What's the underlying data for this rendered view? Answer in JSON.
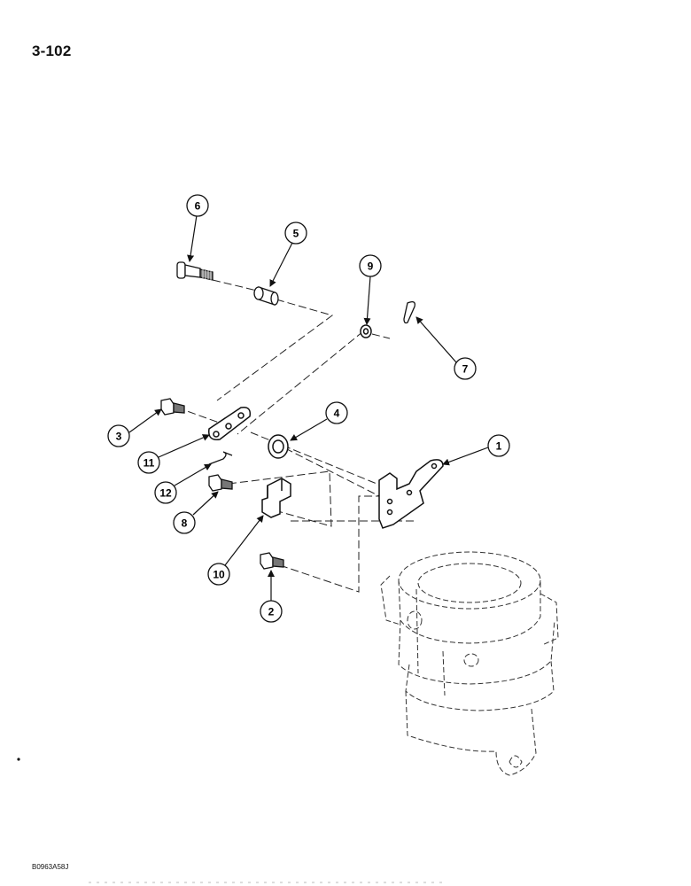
{
  "page": {
    "page_number": "3-102",
    "figure_code": "B0963A58J"
  },
  "callouts": [
    {
      "id": "callout-1",
      "label": "1"
    },
    {
      "id": "callout-2",
      "label": "2"
    },
    {
      "id": "callout-3",
      "label": "3"
    },
    {
      "id": "callout-4",
      "label": "4"
    },
    {
      "id": "callout-5",
      "label": "5"
    },
    {
      "id": "callout-6",
      "label": "6"
    },
    {
      "id": "callout-7",
      "label": "7"
    },
    {
      "id": "callout-8",
      "label": "8"
    },
    {
      "id": "callout-9",
      "label": "9"
    },
    {
      "id": "callout-10",
      "label": "10"
    },
    {
      "id": "callout-11",
      "label": "11"
    },
    {
      "id": "callout-12",
      "label": "12"
    }
  ]
}
